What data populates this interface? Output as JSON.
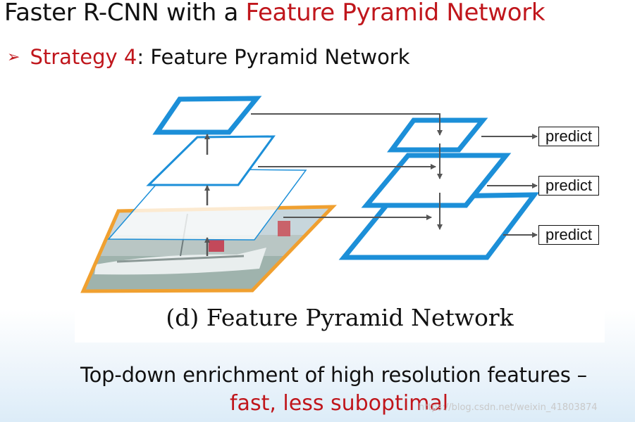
{
  "title": {
    "prefix": "Faster R-CNN with a ",
    "accent": "Feature Pyramid Network"
  },
  "bullet": {
    "marker": "➢",
    "accent": "Strategy 4",
    "rest": ": Feature Pyramid Network"
  },
  "figure": {
    "caption": "(d) Feature Pyramid Network",
    "predict_labels": [
      "predict",
      "predict",
      "predict"
    ]
  },
  "bottom": {
    "line1": "Top-down enrichment of high resolution features –",
    "line2": "fast, less suboptimal"
  },
  "watermark": "https://blog.csdn.net/weixin_41803874",
  "colors": {
    "accent_red": "#c0161c",
    "pyramid_blue": "#1c8fd8",
    "image_orange": "#f0a030",
    "arrow_gray": "#555555"
  }
}
